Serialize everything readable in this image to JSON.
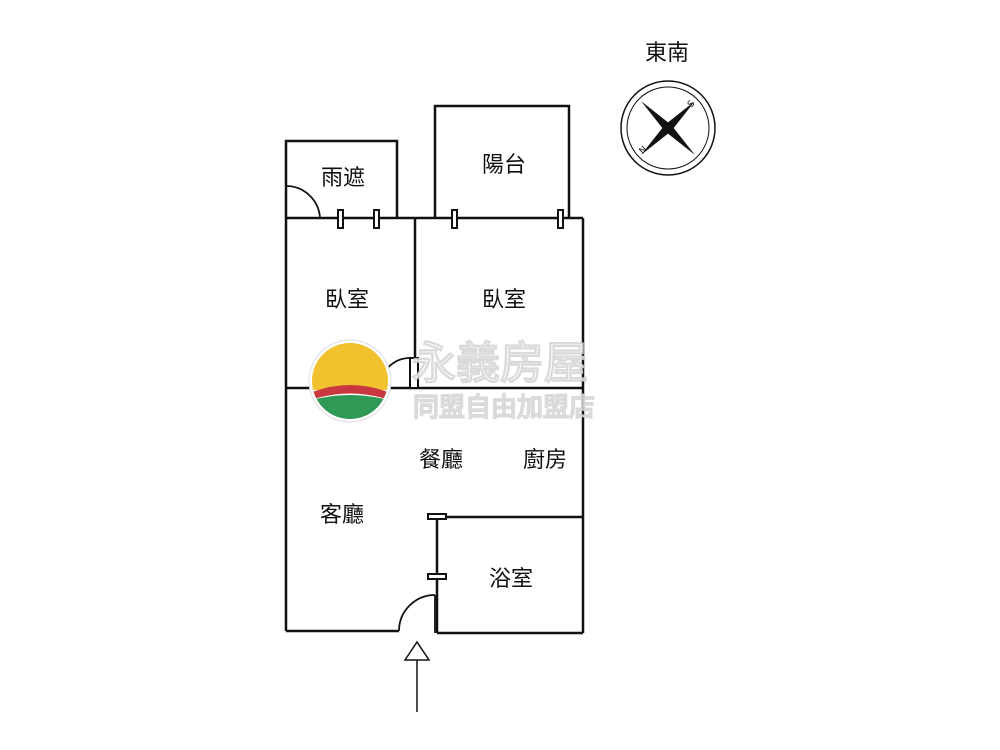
{
  "compass": {
    "direction_label": "東南",
    "letter_n": "N",
    "letter_s": "S"
  },
  "rooms": {
    "rain_shelter": "雨遮",
    "balcony": "陽台",
    "bedroom_left": "臥室",
    "bedroom_right": "臥室",
    "dining": "餐廳",
    "kitchen": "廚房",
    "living": "客廳",
    "bathroom": "浴室"
  },
  "watermark": {
    "brand": "永義房屋",
    "subtitle": "同盟自由加盟店"
  },
  "colors": {
    "wall": "#111111",
    "logo_sun": "#f2c12e",
    "logo_red": "#c8383e",
    "logo_green": "#2e9a55"
  }
}
